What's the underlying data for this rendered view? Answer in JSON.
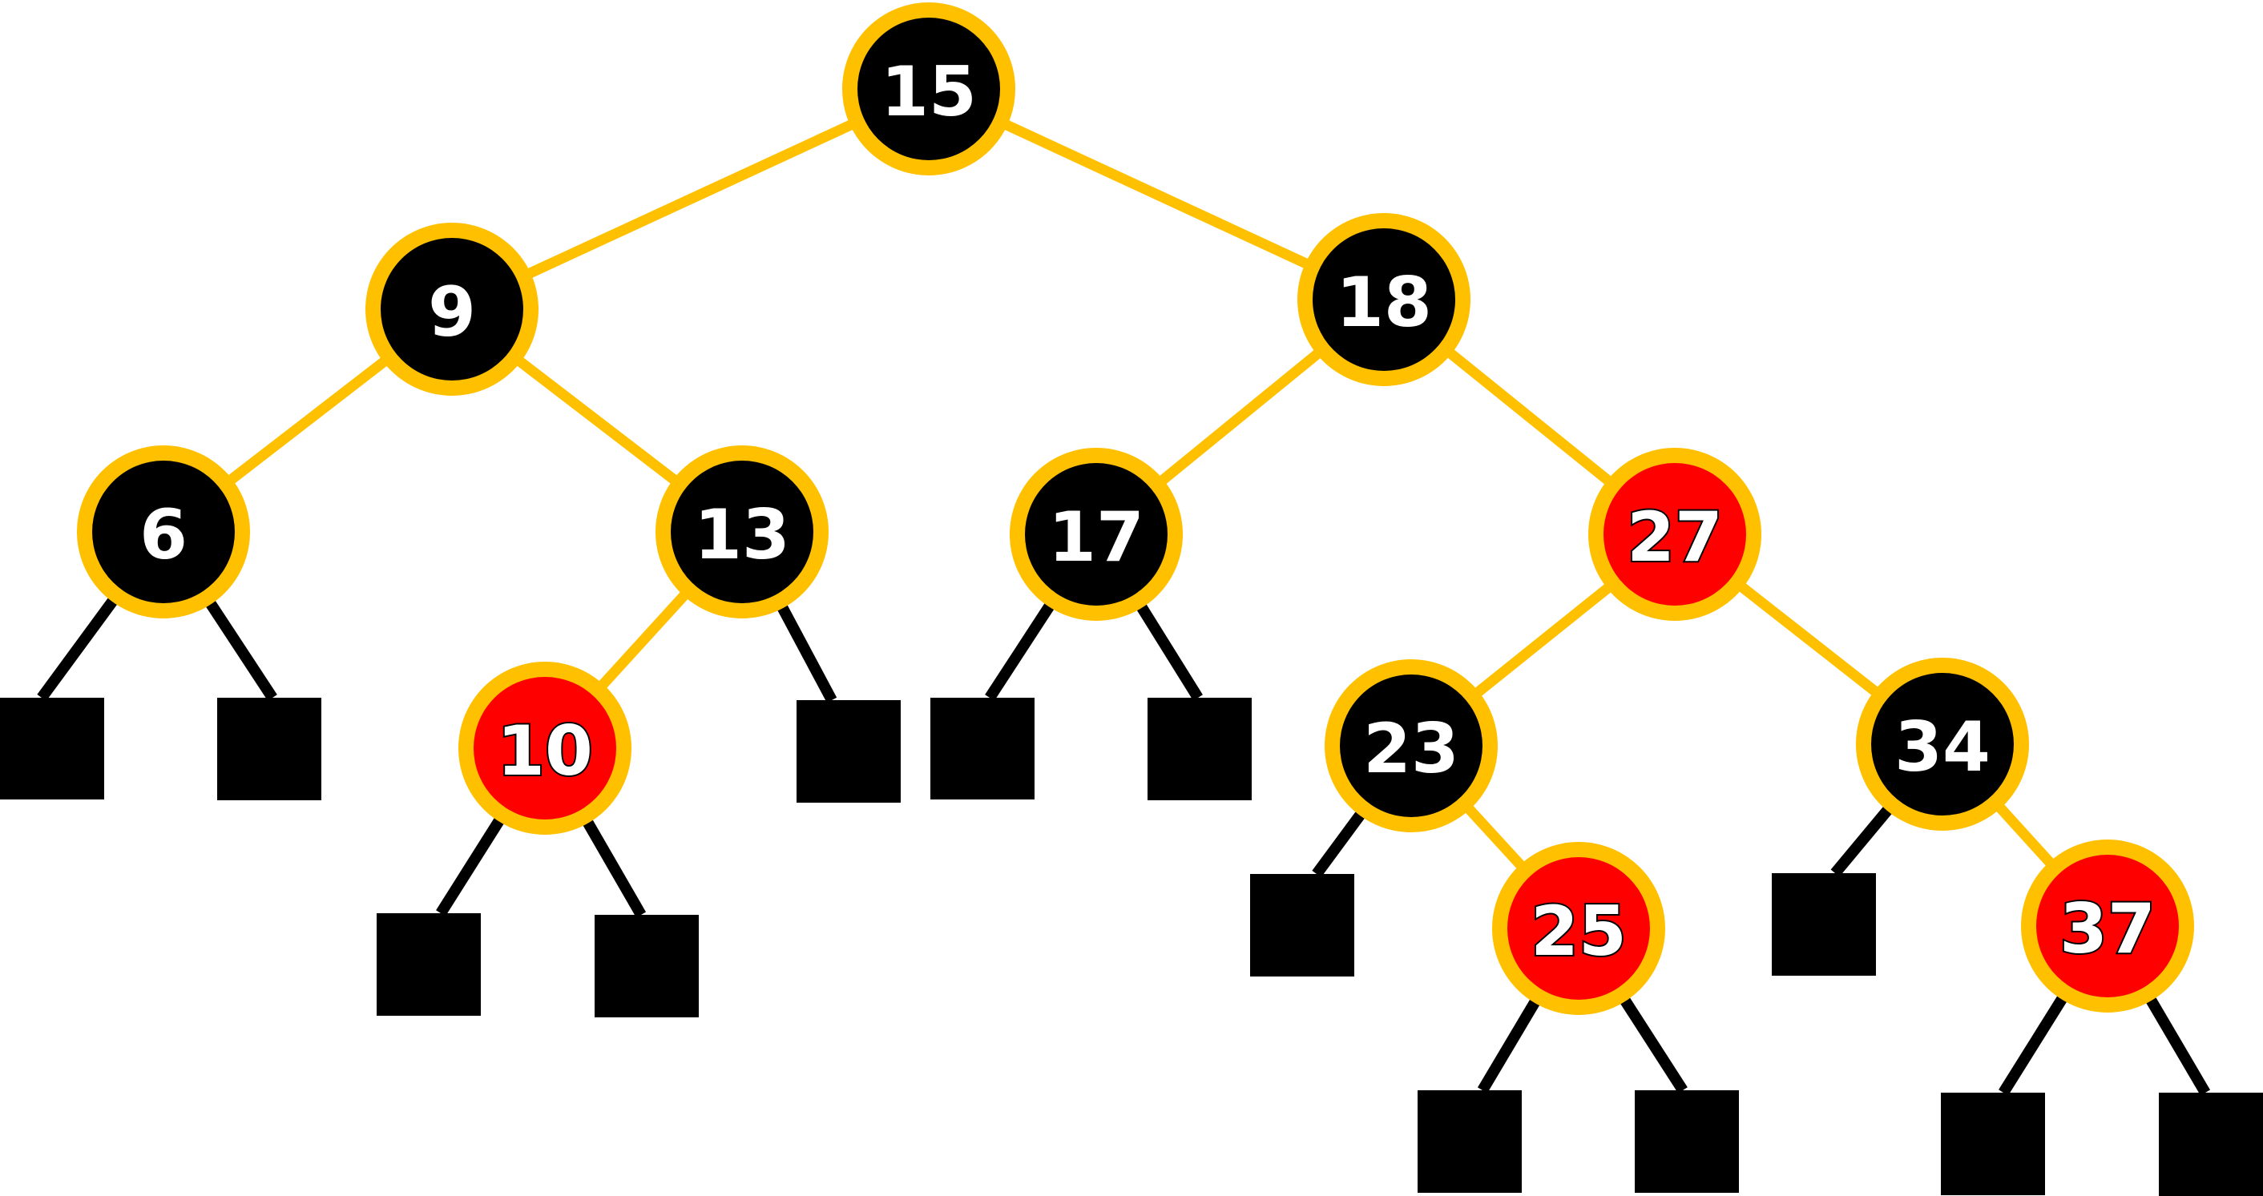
{
  "colors": {
    "black_node": "#000000",
    "red_node": "#ff0000",
    "ring": "#ffc000",
    "tree_edge": "#ffc000",
    "leaf_edge": "#000000",
    "leaf": "#000000",
    "label": "#ffffff"
  },
  "nodes": [
    {
      "id": "n15",
      "key": "15",
      "color": "black"
    },
    {
      "id": "n9",
      "key": "9",
      "color": "black"
    },
    {
      "id": "n18",
      "key": "18",
      "color": "black"
    },
    {
      "id": "n6",
      "key": "6",
      "color": "black"
    },
    {
      "id": "n13",
      "key": "13",
      "color": "black"
    },
    {
      "id": "n17",
      "key": "17",
      "color": "black"
    },
    {
      "id": "n27",
      "key": "27",
      "color": "red"
    },
    {
      "id": "n10",
      "key": "10",
      "color": "red"
    },
    {
      "id": "n23",
      "key": "23",
      "color": "black"
    },
    {
      "id": "n34",
      "key": "34",
      "color": "black"
    },
    {
      "id": "n25",
      "key": "25",
      "color": "red"
    },
    {
      "id": "n37",
      "key": "37",
      "color": "red"
    }
  ],
  "edges": [
    {
      "from": "n15",
      "to": "n9"
    },
    {
      "from": "n15",
      "to": "n18"
    },
    {
      "from": "n9",
      "to": "n6"
    },
    {
      "from": "n9",
      "to": "n13"
    },
    {
      "from": "n13",
      "to": "n10"
    },
    {
      "from": "n18",
      "to": "n17"
    },
    {
      "from": "n18",
      "to": "n27"
    },
    {
      "from": "n27",
      "to": "n23"
    },
    {
      "from": "n27",
      "to": "n34"
    },
    {
      "from": "n23",
      "to": "n25"
    },
    {
      "from": "n34",
      "to": "n37"
    }
  ],
  "nil_leaves": [
    {
      "id": "nil-6-left",
      "parent": "n6"
    },
    {
      "id": "nil-6-right",
      "parent": "n6"
    },
    {
      "id": "nil-10-left",
      "parent": "n10"
    },
    {
      "id": "nil-10-right",
      "parent": "n10"
    },
    {
      "id": "nil-13-right",
      "parent": "n13"
    },
    {
      "id": "nil-17-left",
      "parent": "n17"
    },
    {
      "id": "nil-17-right",
      "parent": "n17"
    },
    {
      "id": "nil-23-left",
      "parent": "n23"
    },
    {
      "id": "nil-25-left",
      "parent": "n25"
    },
    {
      "id": "nil-25-right",
      "parent": "n25"
    },
    {
      "id": "nil-34-left",
      "parent": "n34"
    },
    {
      "id": "nil-37-left",
      "parent": "n37"
    },
    {
      "id": "nil-37-right",
      "parent": "n37"
    }
  ]
}
